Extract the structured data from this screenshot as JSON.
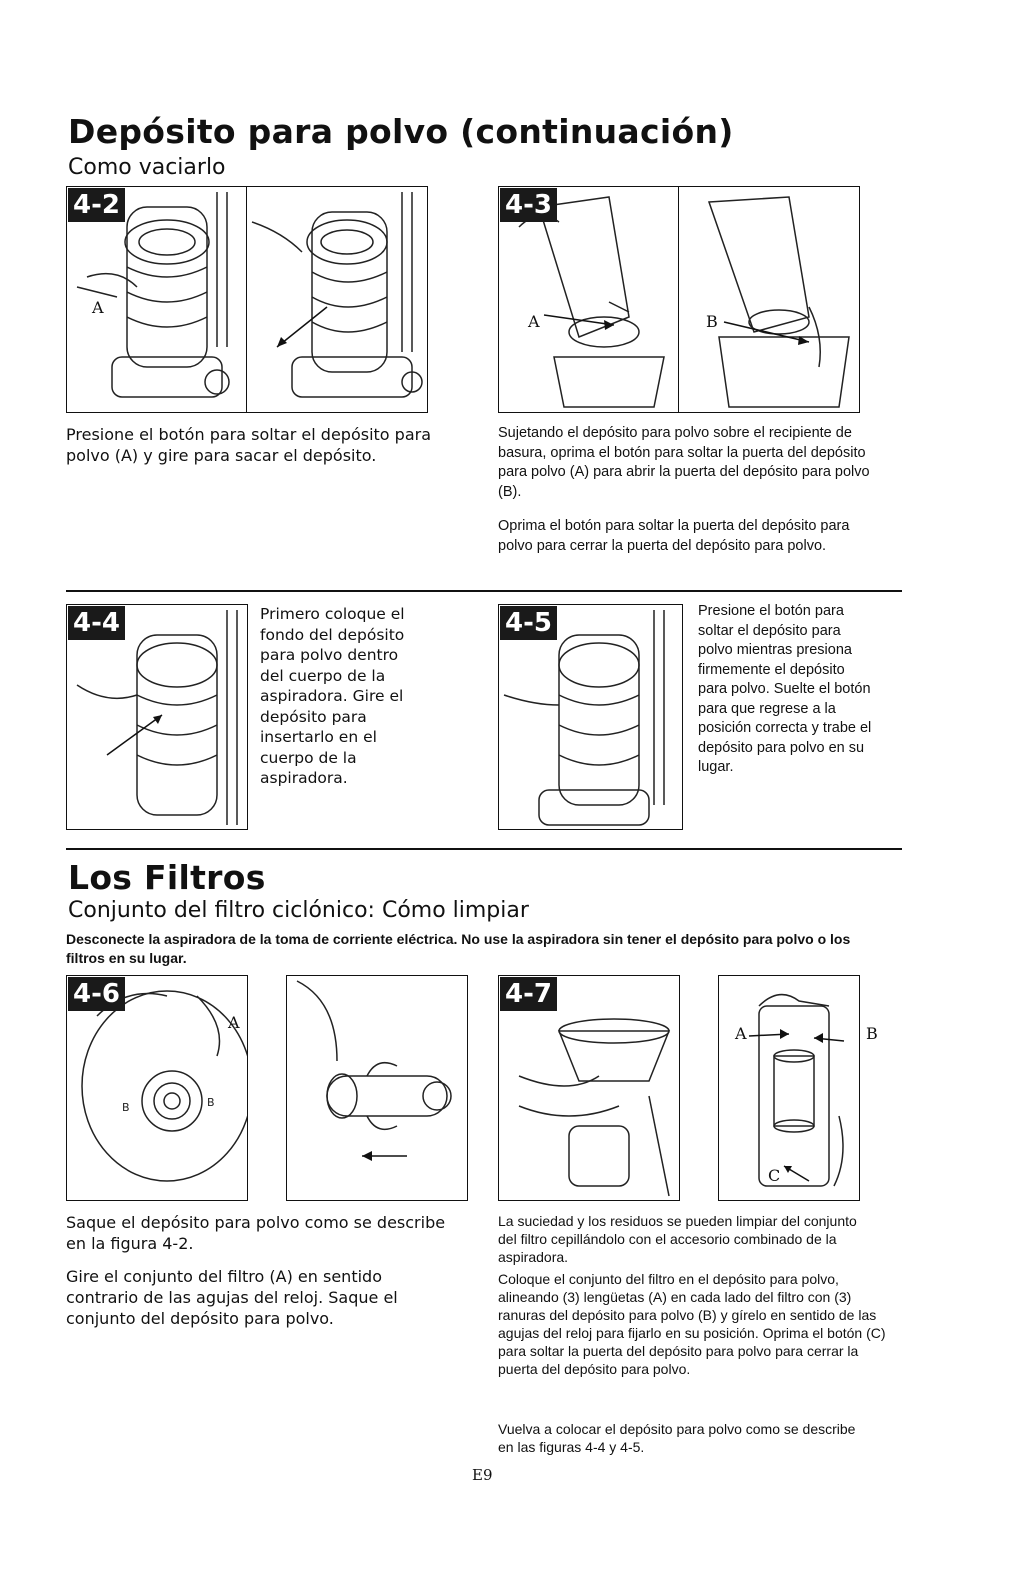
{
  "section1": {
    "title": "Depósito para polvo (continuación)",
    "subtitle": "Como vaciarlo"
  },
  "fig_4_2": {
    "badge": "4-2",
    "callout_a": "A",
    "caption": "Presione el botón para soltar el depósito para polvo (A) y gire para sacar el depósito."
  },
  "fig_4_3": {
    "badge": "4-3",
    "callout_a": "A",
    "callout_b": "B",
    "caption_1": "Sujetando el depósito para polvo sobre el recipiente de basura, oprima el botón para soltar la puerta del depósito para polvo (A) para abrir la puerta del depósito para polvo (B).",
    "caption_2": "Oprima el botón para soltar la puerta del depósito para polvo para cerrar la puerta del depósito para polvo."
  },
  "fig_4_4": {
    "badge": "4-4",
    "caption": "Primero coloque el fondo del depósito para polvo dentro del cuerpo de la aspiradora. Gire el depósito para insertarlo en el cuerpo de la aspiradora."
  },
  "fig_4_5": {
    "badge": "4-5",
    "caption": "Presione el botón para soltar el depósito para polvo mientras presiona firmemente el depósito para polvo. Suelte el botón para que regrese a la posición correcta y trabe el depósito para polvo en su lugar."
  },
  "section2": {
    "title": "Los Filtros",
    "subtitle": "Conjunto del filtro ciclónico: Cómo limpiar",
    "intro": "Desconecte la aspiradora de la toma de corriente eléctrica. No use la aspiradora sin tener el depósito para polvo o los filtros en su lugar."
  },
  "fig_4_6": {
    "badge": "4-6",
    "callout_a": "A",
    "caption_1": "Saque el depósito para polvo como se describe en la figura 4-2.",
    "caption_2": "Gire el conjunto del filtro (A) en sentido contrario de las agujas del reloj. Saque el conjunto del depósito para polvo."
  },
  "fig_4_7": {
    "badge": "4-7",
    "callout_a": "A",
    "callout_b": "B",
    "callout_c": "C",
    "caption_1": "La suciedad y los residuos se pueden limpiar del conjunto del filtro cepillándolo con el accesorio combinado de la aspiradora.",
    "caption_2": "Coloque el conjunto del filtro en el depósito para polvo, alineando (3) lengüetas (A) en cada lado del filtro con (3) ranuras del depósito para polvo (B) y gírelo en sentido de las agujas del reloj para fijarlo en su posición. Oprima el botón (C) para soltar la puerta del depósito para polvo para cerrar la puerta del depósito para polvo.",
    "caption_3": "Vuelva a colocar el depósito para polvo como se describe en las figuras 4-4 y 4-5."
  },
  "page_number": "E9"
}
